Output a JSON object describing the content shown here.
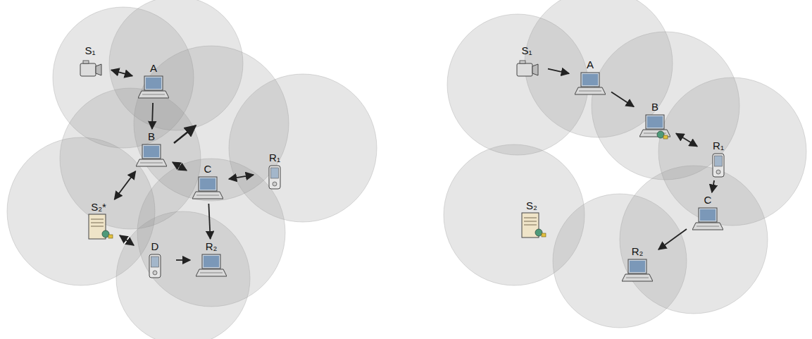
{
  "diagram": {
    "nodes": [
      {
        "text": [
          "S₁"
        ]
      },
      {
        "text": [
          "A"
        ]
      },
      {
        "text": [
          "B"
        ]
      },
      {
        "text": [
          "S₂*"
        ]
      },
      {
        "text": [
          "C"
        ]
      },
      {
        "text": [
          "R₁"
        ]
      },
      {
        "text": [
          "D"
        ]
      },
      {
        "text": [
          "R₂"
        ]
      },
      {
        "text": [
          "S₁"
        ]
      },
      {
        "text": [
          "A"
        ]
      },
      {
        "text": [
          "B"
        ]
      },
      {
        "text": [
          "R₁"
        ]
      },
      {
        "text": [
          "S₂"
        ]
      },
      {
        "text": [
          "C"
        ]
      },
      {
        "text": [
          "R₂"
        ]
      }
    ],
    "edges": [
      {
        "from": 0,
        "to": 1,
        "arrow": "both"
      },
      {
        "from": 1,
        "to": 2,
        "arrow": "to"
      },
      {
        "from": 2,
        "to": 4,
        "arrow": "both"
      },
      {
        "from": 2,
        "to": 3,
        "arrow": "both"
      },
      {
        "from": 3,
        "to": 6,
        "arrow": "both"
      },
      {
        "from": 6,
        "to": 7,
        "arrow": "to"
      },
      {
        "from": 4,
        "to": 5,
        "arrow": "both"
      },
      {
        "from": 4,
        "to": 7,
        "arrow": "to"
      },
      {
        "from": 8,
        "to": 9,
        "arrow": "to"
      },
      {
        "from": 9,
        "to": 10,
        "arrow": "to"
      },
      {
        "from": 10,
        "to": 11,
        "arrow": "both"
      },
      {
        "from": 11,
        "to": 13,
        "arrow": "to"
      },
      {
        "from": 13,
        "to": 14,
        "arrow": "to"
      }
    ]
  }
}
